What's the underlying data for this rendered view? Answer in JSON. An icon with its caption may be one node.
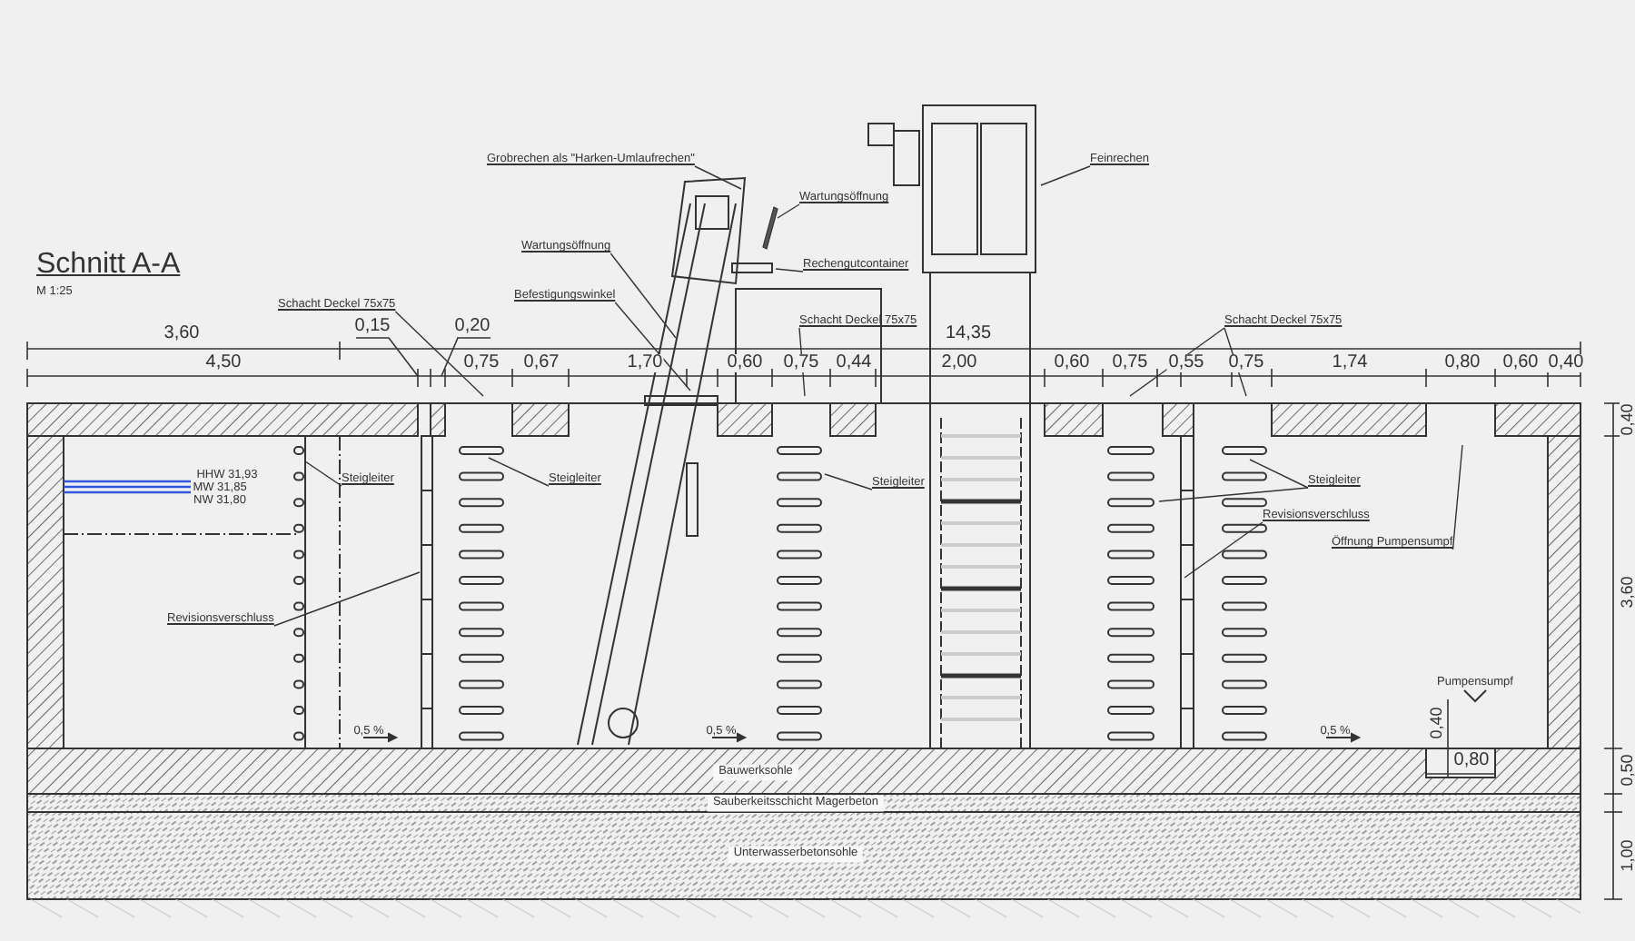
{
  "diagram": {
    "title": "Schnitt A-A",
    "nodes": [
      {
        "text": [
          "Grobrechen als \"Harken-Umlaufrechen\""
        ]
      },
      {
        "text": [
          "Wartungsöffnung"
        ]
      },
      {
        "text": [
          "Feinrechen"
        ]
      },
      {
        "text": [
          "Wartungsöffnung"
        ]
      },
      {
        "text": [
          "Rechengutcontainer"
        ]
      },
      {
        "text": [
          "Befestigungswinkel"
        ]
      },
      {
        "text": [
          "Schacht Deckel 75x75"
        ]
      },
      {
        "text": [
          "Schacht Deckel 75x75"
        ]
      },
      {
        "text": [
          "Schacht Deckel 75x75"
        ]
      },
      {
        "text": [
          "Steigleiter"
        ]
      },
      {
        "text": [
          "Steigleiter"
        ]
      },
      {
        "text": [
          "Steigleiter"
        ]
      },
      {
        "text": [
          "Steigleiter"
        ]
      },
      {
        "text": [
          "Revisionsverschluss"
        ]
      },
      {
        "text": [
          "Revisionsverschluss"
        ]
      },
      {
        "text": [
          "Öffnung Pumpensumpf"
        ]
      }
    ],
    "edges": [
      {
        "from": 0,
        "to": null,
        "arrow": "none"
      },
      {
        "from": 1,
        "to": null,
        "arrow": "none"
      },
      {
        "from": 2,
        "to": null,
        "arrow": "none"
      },
      {
        "from": 3,
        "to": null,
        "arrow": "none"
      },
      {
        "from": 4,
        "to": null,
        "arrow": "none"
      },
      {
        "from": 5,
        "to": null,
        "arrow": "none"
      },
      {
        "from": 6,
        "to": null,
        "arrow": "none"
      },
      {
        "from": 7,
        "to": null,
        "arrow": "none"
      },
      {
        "from": 8,
        "to": null,
        "arrow": "none"
      },
      {
        "from": 8,
        "to": null,
        "arrow": "none"
      },
      {
        "from": 9,
        "to": null,
        "arrow": "none"
      },
      {
        "from": 10,
        "to": null,
        "arrow": "none"
      },
      {
        "from": 11,
        "to": null,
        "arrow": "none"
      },
      {
        "from": 12,
        "to": null,
        "arrow": "none"
      },
      {
        "from": 12,
        "to": null,
        "arrow": "none"
      },
      {
        "from": 13,
        "to": null,
        "arrow": "none"
      },
      {
        "from": 14,
        "to": null,
        "arrow": "none"
      },
      {
        "from": 15,
        "to": null,
        "arrow": "none"
      }
    ],
    "labels": [
      "M 1:25",
      "3,60",
      "14,35",
      "4,50",
      "0,15",
      "0,20",
      "0,75",
      "0,67",
      "1,70",
      "0,60",
      "0,75",
      "0,44",
      "2,00",
      "0,60",
      "0,75",
      "0,55",
      "0,75",
      "1,74",
      "0,80",
      "0,60",
      "0,40",
      "0,40",
      "HHW 31,93",
      "MW 31,85",
      "NW 31,80",
      "3,60",
      "Pumpensumpf",
      "0,40",
      "0,5 %",
      "0,5 %",
      "0,5 %",
      "0,80",
      "Bauwerksohle",
      "0,50",
      "Sauberkeitsschicht Magerbeton",
      "1,00",
      "Unterwasserbetonsohle"
    ]
  }
}
